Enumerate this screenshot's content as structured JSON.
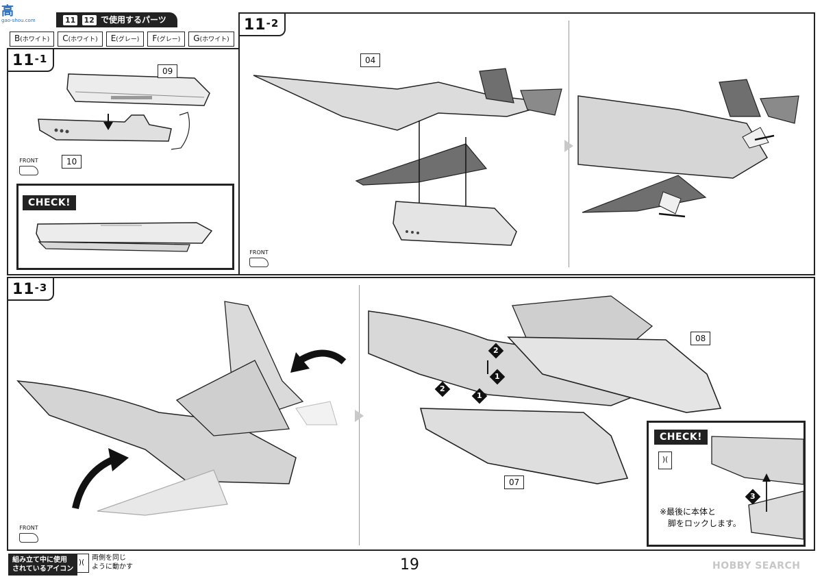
{
  "logo": {
    "main": "高",
    "sub": "gao-shou.com"
  },
  "parts_header": {
    "step_a": "11",
    "step_b": "12",
    "label": "で使用するパーツ"
  },
  "parts": [
    {
      "letter": "B",
      "color": "(ホワイト)"
    },
    {
      "letter": "C",
      "color": "(ホワイト)"
    },
    {
      "letter": "E",
      "color": "(グレー)"
    },
    {
      "letter": "F",
      "color": "(グレー)"
    },
    {
      "letter": "G",
      "color": "(ホワイト)"
    }
  ],
  "steps": {
    "s11_1": {
      "main": "11",
      "sub": "-1"
    },
    "s11_2": {
      "main": "11",
      "sub": "-2"
    },
    "s11_3": {
      "main": "11",
      "sub": "-3"
    }
  },
  "callouts": {
    "c09": "09",
    "c10": "10",
    "c04": "04",
    "c08": "08",
    "c07": "07"
  },
  "check": {
    "label": "CHECK!"
  },
  "front": {
    "label": "FRONT"
  },
  "sequence": {
    "one": "1",
    "two": "2",
    "three": "3"
  },
  "note": {
    "line1": "※最後に本体と",
    "line2": "脚をロックします。"
  },
  "footer": {
    "badge_line1": "組み立て中に使用",
    "badge_line2": "されているアイコン",
    "icon_desc_line1": "両側を同じ",
    "icon_desc_line2": "ように動かす"
  },
  "page_number": "19",
  "watermark": "HOBBY SEARCH",
  "colors": {
    "ink": "#222222",
    "part_fill": "#e4e4e4",
    "part_shade": "#9a9a9a",
    "wing_fill": "#6f6f6f",
    "arrow_gray": "#c9c9c9"
  }
}
